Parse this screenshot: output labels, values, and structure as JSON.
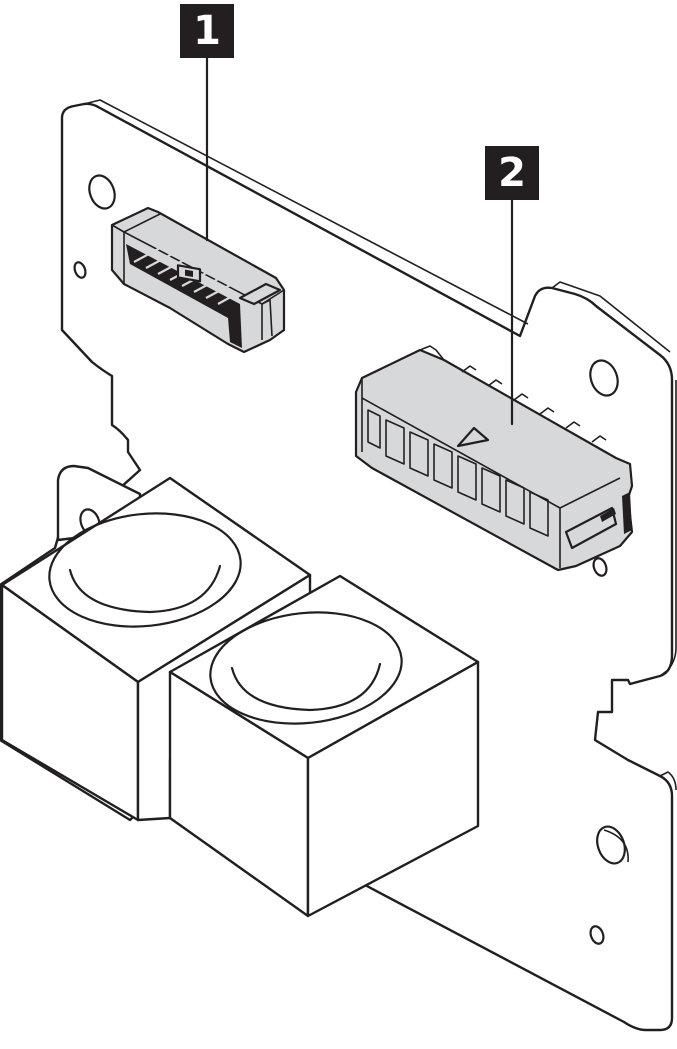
{
  "callouts": [
    {
      "label": "1",
      "target": "connector-1"
    },
    {
      "label": "2",
      "target": "connector-2"
    }
  ],
  "colors": {
    "line": "#231f20",
    "connector_fill": "#d7d8da",
    "background": "#ffffff",
    "callout_bg": "#231f20",
    "callout_text": "#ffffff"
  }
}
